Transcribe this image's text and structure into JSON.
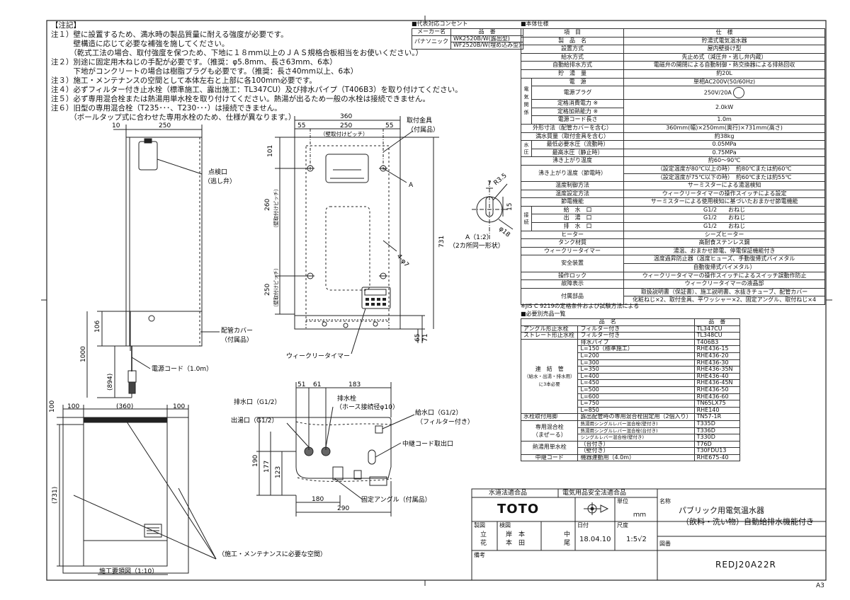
{
  "sheet_size": "A3",
  "notes": {
    "header": "【注記】",
    "lines": [
      "注１）壁に設置するため、満水時の製品質量に耐える強度が必要です。",
      "　　　壁構造に応じて必要な補強を施してください。",
      "　　　（乾式工法の場合、取付強度を保つため、下地に１８ｍｍ以上のＪＡＳ規格合板相当をお使いください。）",
      "注２）別途に固定用木ねじの手配が必要です。（推奨：φ5.8mm、長さ63mm、6本）",
      "　　　下地がコンクリートの場合は樹脂プラグも必要です。（推奨：長さ40mm以上、6本）",
      "注３）施工・メンテナンスの空間として本体左右と上部に各100mm必要です。",
      "注４）必ずフィルター付き止水栓（標準施工、露出施工：TL347CU）及び排水パイプ（T406B3）を取り付けてください。",
      "注５）必ず専用混合栓または熱湯用単水栓を取り付けてください。熱湯が出るため一般の水栓は接続できません。",
      "注６）旧型の専用混合栓（T235･･･、T230･･･）は接続できません。",
      "　　　（ボールタップ式に合わせた専用水栓のため、仕様が異なります。）"
    ]
  },
  "outlet": {
    "title": "■代表対応コンセント",
    "headers": [
      "メーカー名",
      "品　番"
    ],
    "maker": "パナソニック",
    "items": [
      "WK2520B/W(露出型)",
      "WF2520B/W(埋め込み型)"
    ]
  },
  "spec": {
    "title": "■本体仕様",
    "headers": [
      "項　目",
      "仕　様"
    ],
    "rows": [
      {
        "g": "",
        "k": "製　品　名",
        "v": "貯湯式電気温水器"
      },
      {
        "g": "",
        "k": "設置方式",
        "v": "屋内壁掛け型"
      },
      {
        "g": "",
        "k": "給水方式",
        "v": "先止め式（減圧弁・逃し弁内蔵）"
      },
      {
        "g": "",
        "k": "自動給排水方式",
        "v": "電磁弁の開閉による自動制御・熱交換器による排熱回収"
      },
      {
        "g": "",
        "k": "貯　湯　量",
        "v": "約20L"
      },
      {
        "g": "電気関係",
        "k": "電　源",
        "v": "単相AC200V(50/60Hz)"
      },
      {
        "g": "電気関係",
        "k": "電源プラグ",
        "v": "250V/20A"
      },
      {
        "g": "電気関係",
        "k": "定格消費電力 ※",
        "v": "2.0kW"
      },
      {
        "g": "電気関係",
        "k": "定格加熱能力 ※",
        "v": ""
      },
      {
        "g": "電気関係",
        "k": "電源コード長さ",
        "v": "1.0m"
      },
      {
        "g": "",
        "k": "外形寸法（配管カバーを含む）",
        "v": "360mm(幅)×250mm(奥行)×731mm(高さ)"
      },
      {
        "g": "",
        "k": "満水質量（取付金具を含む）",
        "v": "約38kg"
      },
      {
        "g": "水圧",
        "k": "最低必要水圧（流動時）",
        "v": "0.05MPa"
      },
      {
        "g": "水圧",
        "k": "最高水圧（静止時）",
        "v": "0.75MPa"
      },
      {
        "g": "",
        "k": "沸き上がり温度",
        "v": "約60～90℃"
      },
      {
        "g": "",
        "k": "沸き上がり温度（節電時）",
        "v": "（設定温度が80℃以上の時）　約80℃または約60℃"
      },
      {
        "g": "",
        "k": "",
        "v": "（設定温度が75℃以下の時）　約60℃または約55℃"
      },
      {
        "g": "",
        "k": "温度制御方法",
        "v": "サーミスターによる湯温検知"
      },
      {
        "g": "",
        "k": "温度設定方法",
        "v": "ウィークリータイマーの操作スイッチによる設定"
      },
      {
        "g": "",
        "k": "節電機能",
        "v": "サーミスターによる使用検知に基づいたおまかせ節電機能"
      },
      {
        "g": "接続",
        "k": "給　水　口",
        "v": "G1/2　　おねじ"
      },
      {
        "g": "接続",
        "k": "出　湯　口",
        "v": "G1/2　　おねじ"
      },
      {
        "g": "接続",
        "k": "排　水　口",
        "v": "G1/2　　おねじ"
      },
      {
        "g": "",
        "k": "ヒーター",
        "v": "シーズヒーター"
      },
      {
        "g": "",
        "k": "タンク材質",
        "v": "高耐食ステンレス鋼"
      },
      {
        "g": "",
        "k": "ウィークリータイマー",
        "v": "湯温、おまかせ節電、停電保証機能付き"
      },
      {
        "g": "",
        "k": "安全装置",
        "v": "温度過昇防止器（温度ヒューズ、手動復帰式バイメタル"
      },
      {
        "g": "",
        "k": "",
        "v": "自動復帰式バイメタル）"
      },
      {
        "g": "",
        "k": "操作ロック",
        "v": "ウィークリータイマーの操作スイッチによるスイッチ誤動作防止"
      },
      {
        "g": "",
        "k": "故障表示",
        "v": "ウィークリータイマーの液晶部"
      },
      {
        "g": "",
        "k": "付属部品",
        "v": "取扱説明書（保証書）、施工説明書、水抜きチューブ、配管カバー"
      },
      {
        "g": "",
        "k": "",
        "v": "化粧ねじ×2、取付金具、平ワッシャー×2、固定アングル、取付ねじ×4"
      }
    ],
    "footnote": "※JIS C 9219の定格条件および試験方法による"
  },
  "parts": {
    "title": "■必要別売品一覧",
    "headers": [
      "品　名",
      "品　番"
    ],
    "rows": [
      [
        "アングル形止水栓",
        "フィルター付き",
        "TL347CU"
      ],
      [
        "ストレート形止水栓",
        "フィルター付き",
        "TL348CU"
      ],
      [
        "",
        "排水パイプ",
        "T406B3"
      ],
      [
        "",
        "L=150（標準施工）",
        "RHE436-15"
      ],
      [
        "",
        "L=200",
        "RHE436-20"
      ],
      [
        "",
        "L=300",
        "RHE436-30"
      ],
      [
        "連　結　管",
        "L=350",
        "RHE436-35N"
      ],
      [
        "（給水・出湯・排水用）",
        "L=400",
        "RHE436-40"
      ],
      [
        "に3本必要",
        "L=450",
        "RHE436-45N"
      ],
      [
        "",
        "L=500",
        "RHE436-50"
      ],
      [
        "",
        "L=600",
        "RHE436-60"
      ],
      [
        "",
        "L=750",
        "TN65LX75"
      ],
      [
        "",
        "L=850",
        "RHE140"
      ],
      [
        "水栓取付用脚",
        "露出配管時の専用混合栓固定用（2個入り）",
        "TN57-1R"
      ],
      [
        "",
        "熱湯用シングルレバー混合栓(壁付き)",
        "T335D"
      ],
      [
        "専用混合栓",
        "熱湯用シングルレバー混合栓(台付き)",
        "T336D"
      ],
      [
        "（まぜーる）",
        "シングルレバー混合栓(壁付き)",
        "T330D"
      ],
      [
        "熱湯用単水栓",
        "（台付き）",
        "T76D"
      ],
      [
        "",
        "（壁付き）",
        "T30FDU13"
      ],
      [
        "中継コード",
        "機器連動用（4.0m）",
        "RHE675-40"
      ]
    ]
  },
  "drawing": {
    "side_view": {
      "dims": [
        "10",
        "250",
        "106",
        "1000",
        "(894)"
      ],
      "labels": [
        "点検口",
        "（逃し弁）",
        "配管カバー",
        "（付属品）",
        "電源コード（1.0m）"
      ]
    },
    "front_view": {
      "dims": [
        "360",
        "55",
        "250",
        "55",
        "101",
        "260",
        "250",
        "731",
        "65",
        "71"
      ],
      "labels": [
        "（壁取付けピッチ）",
        "（壁取付けピッチ）",
        "（壁取付けピッチ）",
        "取付金具",
        "（付属品）",
        "A",
        "4-φ7",
        "ウィークリータイマー"
      ]
    },
    "detail_a": {
      "dims": [
        "R3.5",
        "7",
        "15",
        "φ18"
      ],
      "labels": [
        "A（1:2）",
        "（2カ所同一形状）"
      ]
    },
    "bottom_view": {
      "dims": [
        "51",
        "61",
        "183",
        "190",
        "177",
        "123",
        "180",
        "290"
      ],
      "labels": [
        "排水口（G1/2）",
        "排水栓",
        "（ホース接続径φ10）",
        "給水口（G1/2）",
        "（フィルター付き）",
        "出湯口（G1/2）",
        "中継コード取出口",
        "固定アングル（付属品）"
      ]
    },
    "install_view": {
      "dims": [
        "100",
        "100",
        "(360)",
        "100",
        "(731)"
      ],
      "labels": [
        "（施工・メンテナンスに必要な空間）",
        "施工要領図（1:10）"
      ]
    }
  },
  "title_block": {
    "cert1": "水道法適合品",
    "cert2": "電気用品安全法適合品",
    "logo": "TOTO",
    "unit_label": "単位",
    "unit": "ｍｍ",
    "name_label": "名称",
    "name1": "パブリック用電気温水器",
    "name2": "（飲料・洗い物）自動給排水機能付き",
    "draw_label": "製図",
    "check_label": "検図",
    "drawer1": "立",
    "drawer2": "花",
    "checker1": "岸　本",
    "checker2": "本　田",
    "approver1": "中",
    "approver2": "尾",
    "date_label": "日付",
    "date": "18.04.10",
    "scale_label": "尺度",
    "scale": "1:5√2",
    "drawing_label": "図番",
    "remark_label": "備考",
    "drawing_no": "REDJ20A22R"
  }
}
